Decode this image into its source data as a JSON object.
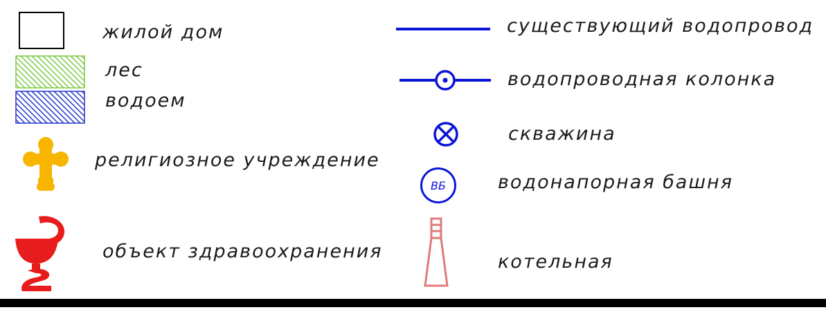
{
  "legend": {
    "items": [
      {
        "label": "жилой дом",
        "icon": "residential-house-square-icon"
      },
      {
        "label": "лес",
        "icon": "forest-hatch-icon",
        "color": "#7ac943"
      },
      {
        "label": "водоем",
        "icon": "water-body-hatch-icon",
        "color": "#2233cc"
      },
      {
        "label": "религиозное учреждение",
        "icon": "orthodox-cross-icon",
        "color": "#f7b500"
      },
      {
        "label": "объект здравоохранения",
        "icon": "bowl-of-hygieia-icon",
        "color": "#e81c1c"
      },
      {
        "label": "существующий водопровод",
        "icon": "water-pipe-line-icon",
        "color": "#0a14d8"
      },
      {
        "label": "водопроводная колонка",
        "icon": "water-hydrant-icon",
        "color": "#0a14d8"
      },
      {
        "label": "скважина",
        "icon": "well-cross-circle-icon",
        "color": "#0a14d8"
      },
      {
        "label": "водонапорная башня",
        "icon": "water-tower-icon",
        "color": "#0a14d8",
        "badge": "ВБ"
      },
      {
        "label": "котельная",
        "icon": "boiler-house-chimney-icon",
        "color": "#e07a7a"
      }
    ]
  }
}
